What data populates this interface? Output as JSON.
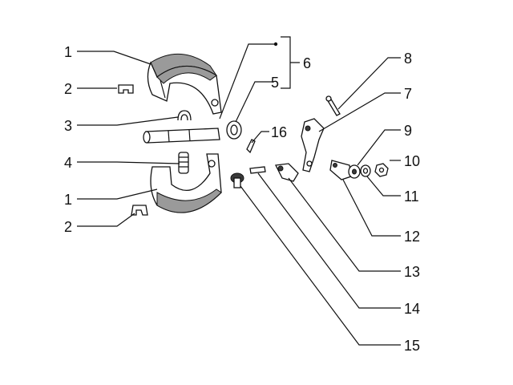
{
  "labels": {
    "l1a": "1",
    "l2a": "2",
    "l3": "3",
    "l4": "4",
    "l1b": "1",
    "l2b": "2",
    "l6": "6",
    "l5": "5",
    "l8": "8",
    "l7": "7",
    "l16": "16",
    "l9": "9",
    "l10": "10",
    "l11": "11",
    "l12": "12",
    "l13": "13",
    "l14": "14",
    "l15": "15"
  }
}
